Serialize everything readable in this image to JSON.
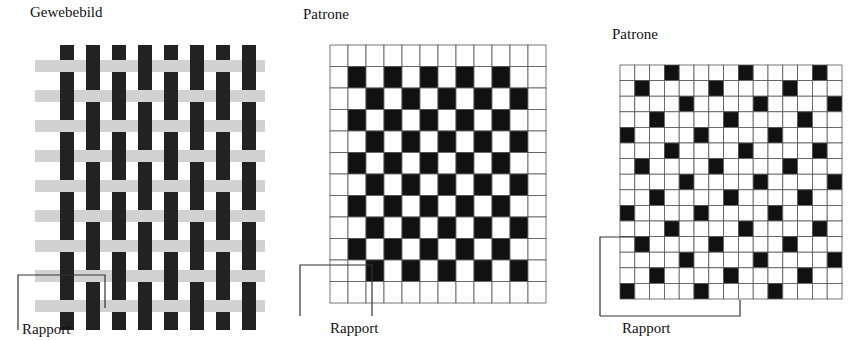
{
  "diagram": {
    "labels": [
      "Gewebebild",
      "Patrone",
      "Patrone",
      "Rapport",
      "Rapport",
      "Rapport"
    ]
  }
}
